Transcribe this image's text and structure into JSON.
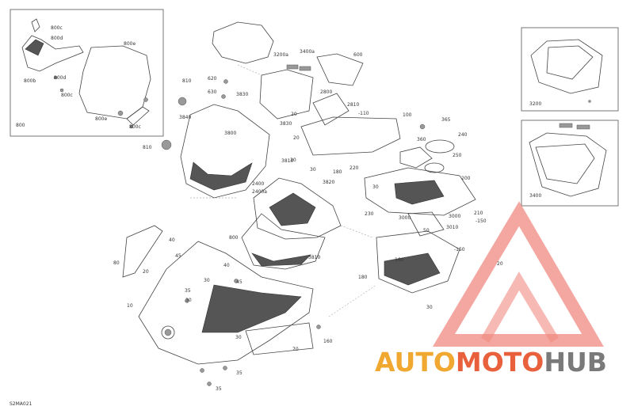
{
  "diagram_code": "S2MA021",
  "watermark": {
    "text_part_1": "AUTO",
    "text_part_2": "MOTO",
    "text_part_3": "HUB",
    "color_1": "#f0a830",
    "color_2": "#e8613c",
    "color_3": "#7a7a7a",
    "triangle_color": "#f08a80"
  },
  "labels": [
    "800c",
    "800d",
    "800e",
    "800b",
    "800d",
    "800c",
    "800e",
    "800c",
    "800",
    "810",
    "620",
    "630",
    "3830",
    "3840",
    "3800",
    "810",
    "3200a",
    "3400a",
    "600",
    "2800",
    "2810",
    "-110",
    "20",
    "3830",
    "20",
    "3810",
    "100",
    "365",
    "360",
    "240",
    "250",
    "20",
    "30",
    "180",
    "220",
    "3820",
    "2400",
    "2400a",
    "200",
    "30",
    "230",
    "3000",
    "3000",
    "210",
    "-150",
    "3010",
    "50",
    "-150",
    "20",
    "160",
    "180",
    "30",
    "800",
    "3810",
    "40",
    "45",
    "20",
    "40",
    "80",
    "30",
    "35",
    "45",
    "10",
    "30",
    "30",
    "70",
    "160",
    "35",
    "35",
    "3200",
    "3400"
  ]
}
